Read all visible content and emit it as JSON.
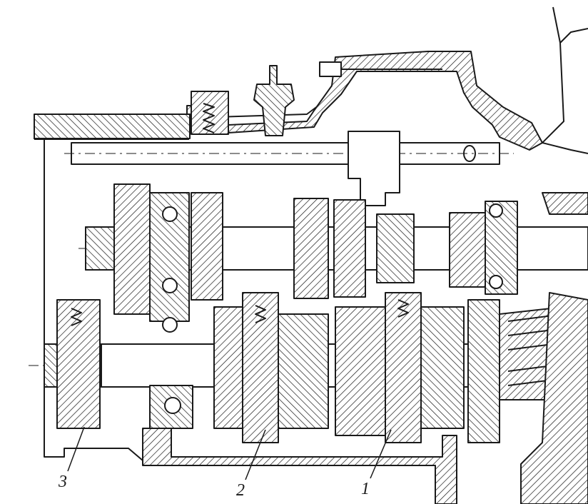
{
  "diagram": {
    "colors": {
      "line": "#1a1a1a",
      "background": "#ffffff"
    },
    "callouts": [
      {
        "id": "1",
        "text": "1"
      },
      {
        "id": "2",
        "text": "2"
      },
      {
        "id": "3",
        "text": "3"
      }
    ]
  }
}
